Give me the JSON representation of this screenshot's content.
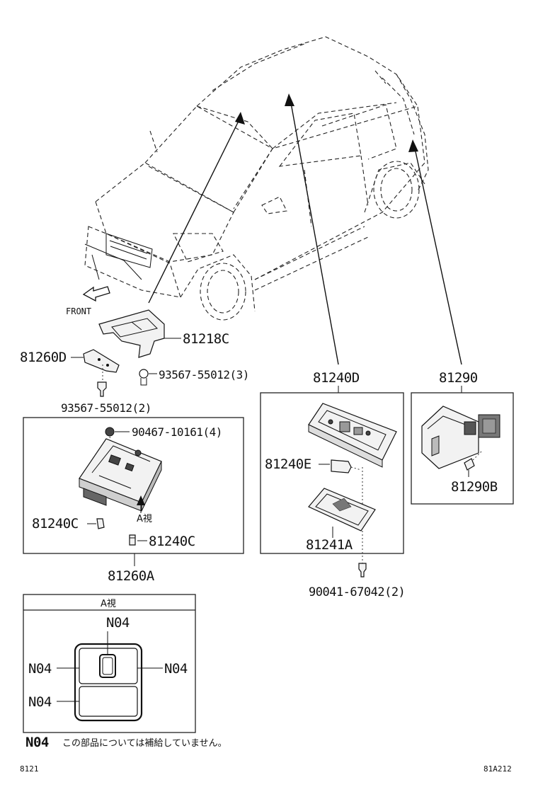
{
  "labels": {
    "front": "FRONT",
    "p81218C": "81218C",
    "p81260D": "81260D",
    "s93567_3": "93567-55012(3)",
    "s93567_2": "93567-55012(2)",
    "p81240D": "81240D",
    "p81290": "81290",
    "n90467": "90467-10161(4)",
    "view_a_arrow": "A視",
    "p81240C_left": "81240C",
    "p81240C_right": "81240C",
    "p81260A": "81260A",
    "p81240E": "81240E",
    "p81241A": "81241A",
    "p90041": "90041-67042(2)",
    "p81290B": "81290B",
    "view_a_title": "A視",
    "n04_top": "N04",
    "n04_left_top": "N04",
    "n04_right": "N04",
    "n04_left_bottom": "N04",
    "legend_code": "N04",
    "legend_text": "この部品については補給していません。",
    "page_code": "8121",
    "figure_code": "81A212"
  }
}
